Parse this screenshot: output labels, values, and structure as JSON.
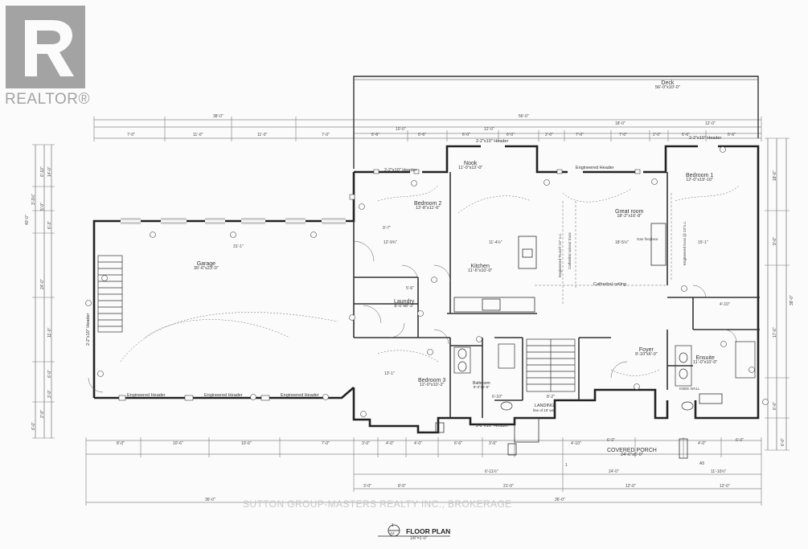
{
  "brand": {
    "logo_text": "REALTOR®"
  },
  "watermark": "SUTTON GROUP-MASTERS REALTY INC., BROKERAGE",
  "title_block": {
    "marker_top": "1",
    "marker_bottom": "A2",
    "title": "FLOOR PLAN",
    "scale": "1/8\"=1'-0\""
  },
  "rooms": {
    "deck": {
      "name": "Deck",
      "dims": "56'-0\"x10'-0\""
    },
    "nook": {
      "name": "Nook",
      "dims": "11'-0\"x12'-0\""
    },
    "bedroom2": {
      "name": "Bedroom 2",
      "dims": "12'-8\"x11'-6\""
    },
    "great_room": {
      "name": "Great room",
      "dims": "18'-2\"x16'-8\""
    },
    "bedroom1": {
      "name": "Bedroom 1",
      "dims": "12'-0\"x19'-10\""
    },
    "garage": {
      "name": "Garage",
      "dims": "35'-6\"x23'-0\""
    },
    "kitchen": {
      "name": "Kitchen",
      "dims": "11'-6\"x10'-0\""
    },
    "laundry": {
      "name": "Laundry",
      "dims": "8'-0\"x8'-3\""
    },
    "bedroom3": {
      "name": "Bedroom 3",
      "dims": "12'-0\"x10'-2\""
    },
    "foyer": {
      "name": "Foyer",
      "dims": "9'-10\"x6'-0\""
    },
    "ensuite": {
      "name": "Ensuite",
      "dims": "11'-0\"x10'-0\""
    },
    "covered_porch": {
      "name": "COVERED PORCH",
      "dims": "24'-6\"x6'-0\""
    },
    "bathroom": {
      "name": "Bathroom",
      "dims": "8'-0\"x6'-5\""
    },
    "landing": {
      "name": "LANDING",
      "dims": "line of 10' wall"
    }
  },
  "headers": {
    "h_top_right": "2-2\"x10\" Header",
    "h_top_mid": "2-2\"x10\" Header",
    "h_top_left": "2-2\"x10\" Header",
    "eng_top": "Engineered Header",
    "eng_bottom_1": "Engineered Header",
    "eng_bottom_2": "Engineered Header",
    "eng_bottom_3": "Engineered Header",
    "h_bottom_mid": "2-2\"x10\" Header",
    "h_left_vertical": "2-2\"x10\" Header",
    "cathedral": "Cathedral ceiling",
    "gas_fireplace": "Gas fireplace",
    "eng_truss_1": "Engineered Truss® 24\" o.c.",
    "eng_truss_2": "Cathedral scissor truss",
    "eng_truss_3": "Engineered truss @ 24\"o.c.",
    "knee_wall": "KNEE WALL"
  },
  "dimensions": {
    "top_overall": "56'-0\"",
    "top_left_overall": "38'-0\"",
    "top_right_overall": "18'-0\"",
    "top_row": [
      "7'-0\"",
      "11'-0\"",
      "11'-0\"",
      "7'-0\"",
      "6'-6\"",
      "6'-6\"",
      "6'-0\"",
      "6'-0\"",
      "2'-0\"",
      "7'-0\"",
      "7'-0\"",
      "2'-0\"",
      "6'-6\"",
      "6'-6\""
    ],
    "top_mid": [
      "10'-0\"",
      "12'-0\"",
      "12'-0\""
    ],
    "bottom_row1": [
      "8'-0\"",
      "10'-6\"",
      "10'-6\"",
      "7'-0\"",
      "3'-0\"",
      "4'-0\"",
      "4'-0\"",
      "6'-6\"",
      "3'-6\"",
      "4'-10\"",
      "6'-0\"",
      "4'-0\"",
      "6'-0\""
    ],
    "bottom_row2": [
      "6'-11½\"",
      "24'-0\"",
      "11'-10½\""
    ],
    "bottom_row3": [
      "3'-0\"",
      "8'-0\"",
      "21'-0\"",
      "12'-0\"",
      "12'-0\""
    ],
    "bottom_overall": [
      "36'-0\"",
      "36'-0\""
    ],
    "left_overall": "40'-0\"",
    "left_col": [
      "14'-0\"",
      "6'-10\"",
      "3'-3½\"",
      "5'-0\"",
      "6'-3\"",
      "24'-0\"",
      "11'-0\"",
      "6'-0\"",
      "3'-0\"",
      "2'-0\"",
      "6'-0\""
    ],
    "right_overall": "38'-0\"",
    "right_col": [
      "18'-6\"",
      "9'-0\"",
      "17'-6\"",
      "6'-0\"",
      "6'-0\""
    ],
    "misc": [
      "12'-9¾\"",
      "11'-4½\"",
      "18'-5½\"",
      "31'-1\"",
      "13'-1\"",
      "15'-1\"",
      "6'-10\"",
      "8'-2\"",
      "4'-10\"",
      "5'-6\"",
      "9'-7\""
    ],
    "mark_a5": "A5",
    "mark_1": "1"
  }
}
